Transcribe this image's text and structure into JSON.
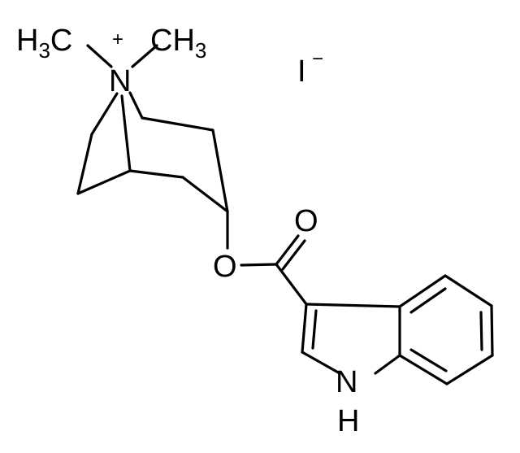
{
  "molecule": {
    "labels": {
      "methyl_left_H": "H",
      "methyl_left_sub": "3",
      "methyl_left_C": "C",
      "nitrogen": "N",
      "nitrogen_charge": "+",
      "methyl_right": "CH",
      "methyl_right_sub": "3",
      "iodide": "I",
      "iodide_charge": "−",
      "ester_oxygen": "O",
      "carbonyl_oxygen": "O",
      "indole_N": "N",
      "indole_H": "H"
    },
    "colors": {
      "ink": "#000000",
      "background": "#ffffff"
    }
  }
}
